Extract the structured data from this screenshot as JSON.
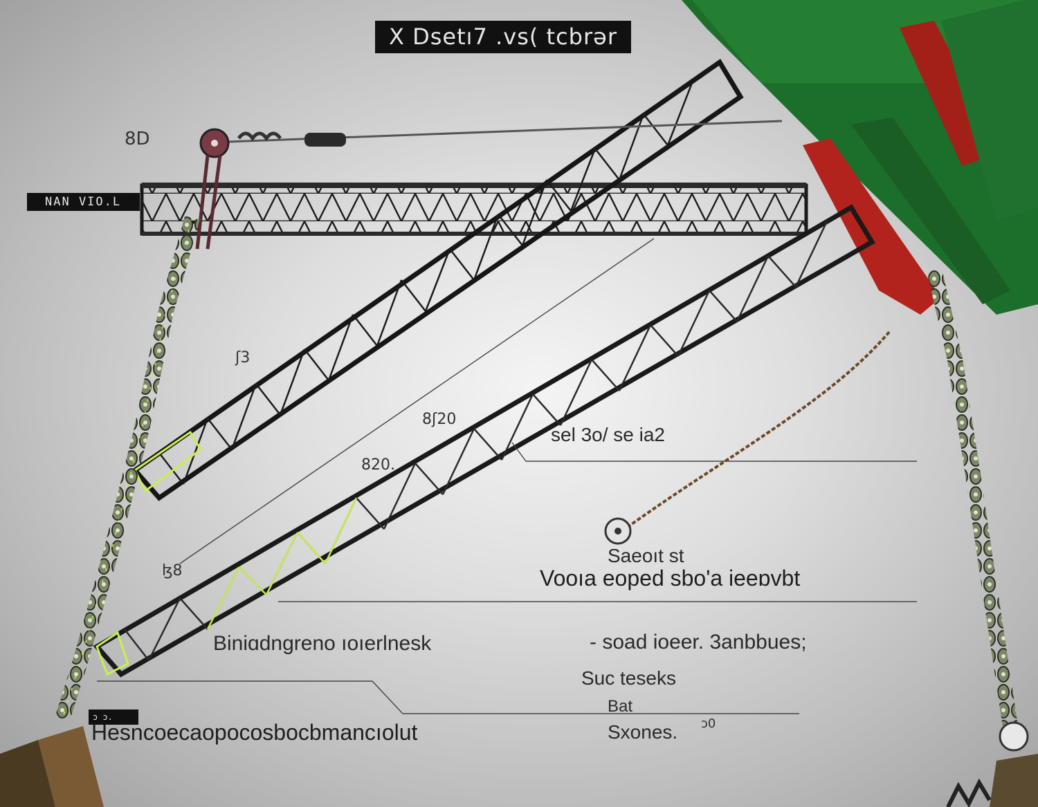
{
  "title": "X Dsetı7 .vs( tcbrər",
  "tags": {
    "left": "NAN VIO.L",
    "bottom": "ɔ ɔ."
  },
  "numbers": {
    "n1": "8D",
    "n2": "ʃ3",
    "n3": "8ʃ20",
    "n4": "820.",
    "n5": "ɮ8",
    "n6": "ɔ0"
  },
  "callouts": {
    "c1": "sel 3o/ se ia2",
    "c2": "Saeoıt  st",
    "c3": "Vooıa  eoped sbo'a ieeɒvbt",
    "c4": "Biniɑdngreno ıoıerlnesk",
    "c5": "- soad ioeer. 3anbbues;",
    "c6": "Suc teseks",
    "c7": "Bat",
    "c8": "Sxones.",
    "c9": "Hesncoecaopocosbocbmancıolut"
  },
  "colors": {
    "truss": "#1d1d1d",
    "chain": "#6f7a54",
    "chain_highlight": "#c8f050",
    "crane_green": "#1b6b2a",
    "crane_red": "#b0221c"
  }
}
